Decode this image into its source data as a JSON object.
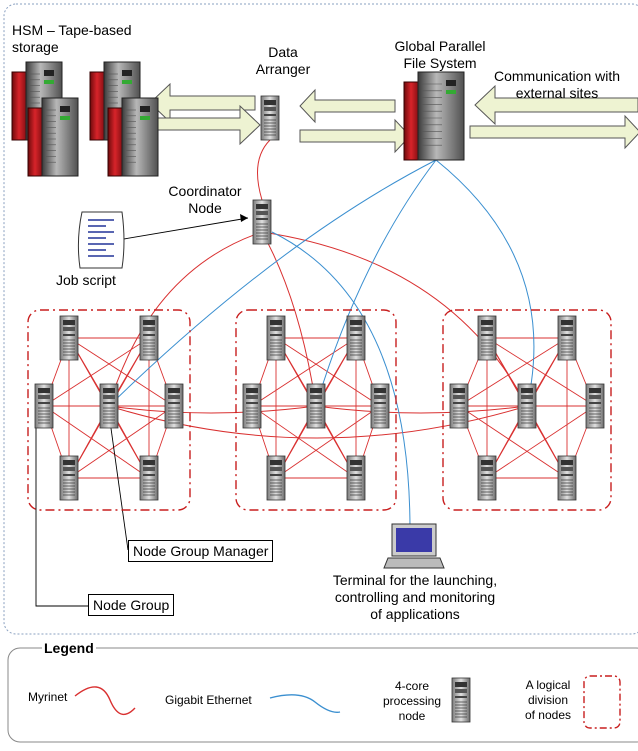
{
  "labels": {
    "hsm": "HSM – Tape-based storage",
    "hsm_line1": "HSM – Tape-based",
    "hsm_line2": "storage",
    "data_arranger_line1": "Data",
    "data_arranger_line2": "Arranger",
    "gpfs_line1": "Global Parallel",
    "gpfs_line2": "File System",
    "comm_line1": "Communication with",
    "comm_line2": "external sites",
    "coord_line1": "Coordinator",
    "coord_line2": "Node",
    "job_script": "Job script",
    "node_group_manager": "Node Group Manager",
    "node_group": "Node Group",
    "terminal_line1": "Terminal for the launching,",
    "terminal_line2": "controlling and monitoring",
    "terminal_line3": "of applications"
  },
  "legend": {
    "title": "Legend",
    "myrinet": "Myrinet",
    "gigabit": "Gigabit Ethernet",
    "node_line1": "4-core",
    "node_line2": "processing",
    "node_line3": "node",
    "division_line1": "A logical",
    "division_line2": "division",
    "division_line3": "of nodes"
  },
  "colors": {
    "myrinet": "#d93030",
    "gigabit": "#3a8fd0",
    "group_border": "#c81e1e",
    "arrow_fill": "#eef3d2",
    "server_red": "#c0161a",
    "frame": "#8aa0c0"
  }
}
